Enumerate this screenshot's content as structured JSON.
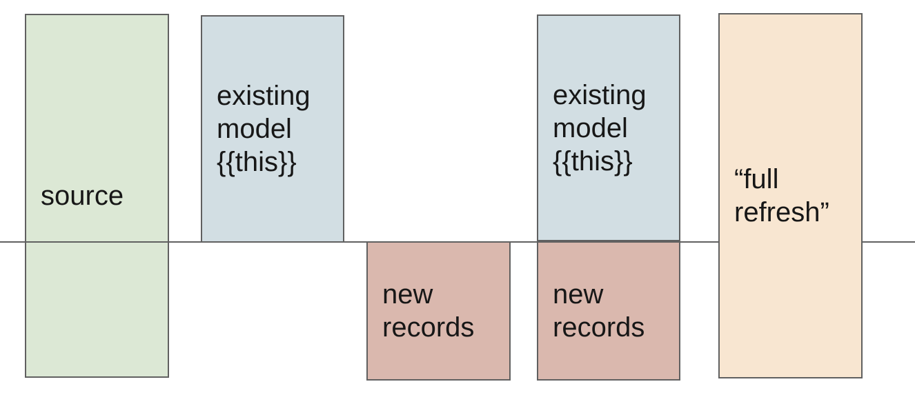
{
  "style": {
    "background": "#ffffff",
    "stroke": "#606060",
    "line_color": "#606060",
    "text_color": "#171717"
  },
  "boxes": [
    {
      "id": "source",
      "label": "source",
      "fill": "#dce8d5"
    },
    {
      "id": "existing-model-left",
      "label": "existing model {{this}}",
      "fill": "#d2dee3"
    },
    {
      "id": "new-records-left",
      "label": "new records",
      "fill": "#dab8ae"
    },
    {
      "id": "existing-model-right",
      "label": "existing model {{this}}",
      "fill": "#d2dee3"
    },
    {
      "id": "new-records-right",
      "label": "new records",
      "fill": "#dab8ae"
    },
    {
      "id": "full-refresh",
      "label": "“full refresh”",
      "fill": "#f8e6d1"
    }
  ]
}
